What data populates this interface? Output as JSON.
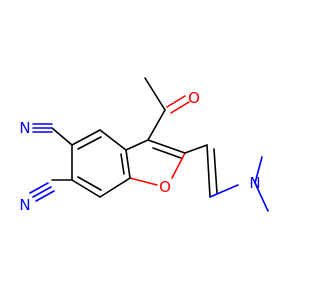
{
  "molecule": {
    "atoms": {
      "O_ketone": "O",
      "O_ring": "O",
      "N_amine": "N",
      "N_nitrile_top": "N",
      "N_nitrile_bottom": "N"
    },
    "colors": {
      "bond": "#000000",
      "oxygen": "#ff0000",
      "nitrogen": "#0000ff"
    }
  }
}
